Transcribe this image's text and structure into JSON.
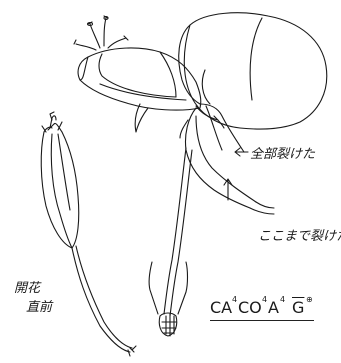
{
  "labels": {
    "split_all": "全部裂けた",
    "split_here": "ここまで裂けた",
    "before_bloom_line1": "開花",
    "before_bloom_line2": "直前"
  },
  "formula": {
    "ca": "CA",
    "ca_sup": "4",
    "co": "CO",
    "co_sup": "4",
    "a": "A",
    "a_sup": "4",
    "g": "G",
    "g_sup": "⊕"
  },
  "colors": {
    "ink": "#1a1a1a",
    "background": "#ffffff"
  }
}
